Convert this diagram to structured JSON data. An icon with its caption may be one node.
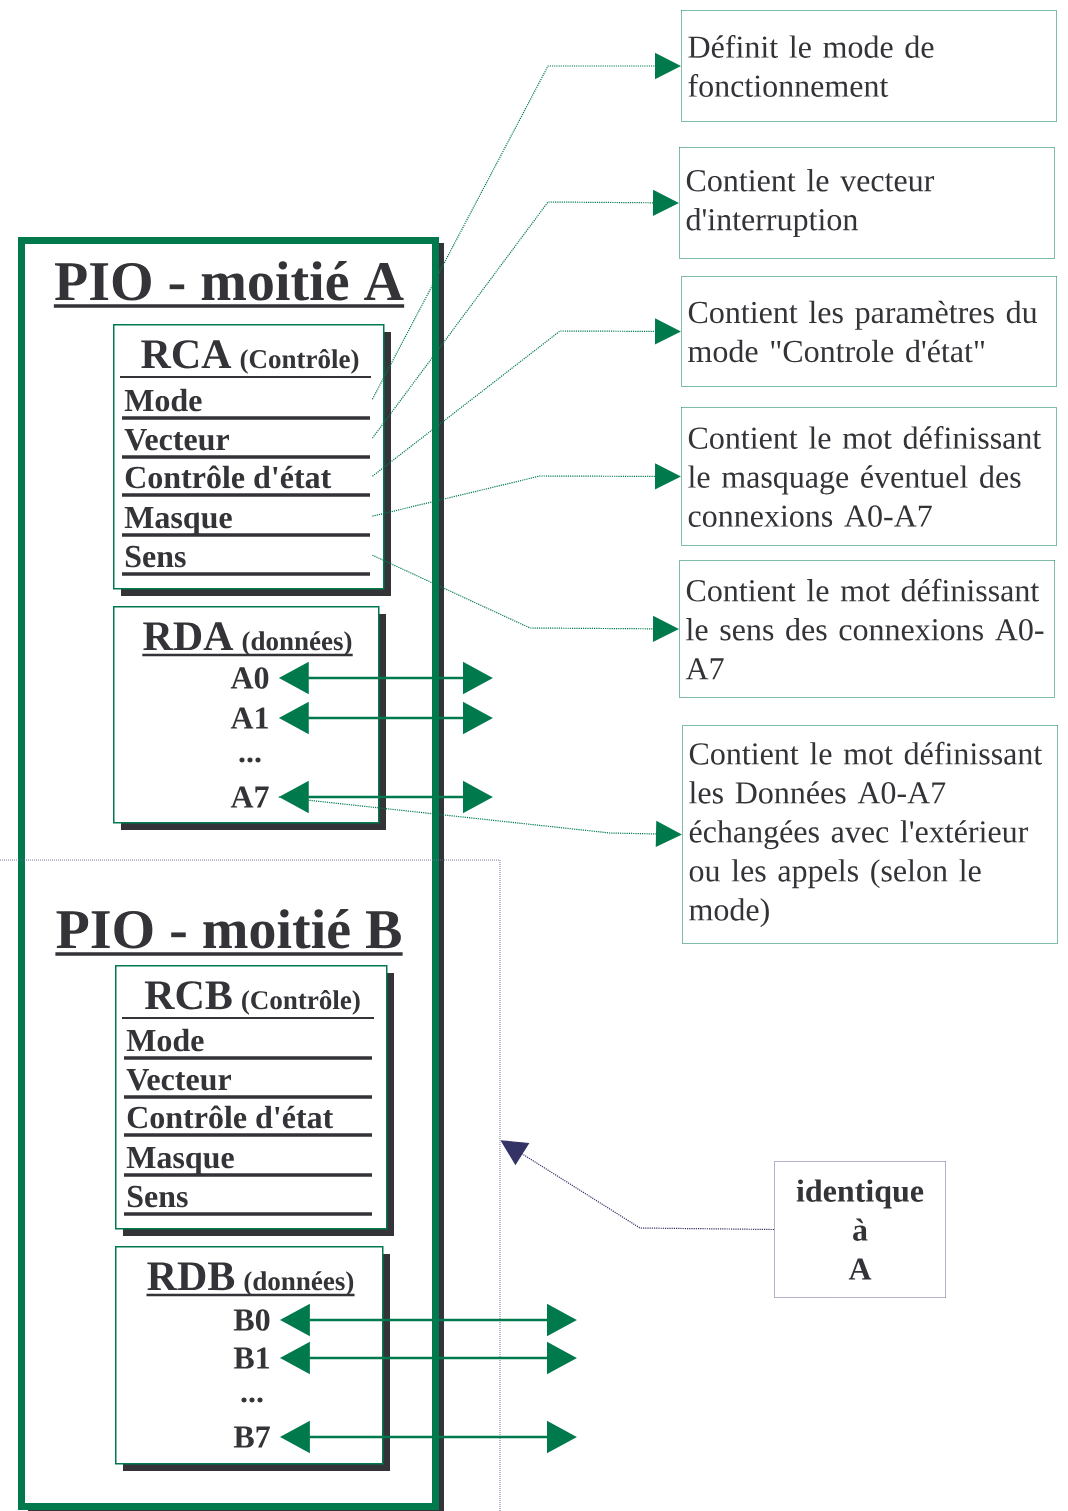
{
  "diagram": {
    "nodes": [
      {
        "text": [
          "PIO - moitié A"
        ]
      },
      {
        "text": [
          "RCA",
          "(Contrôle)"
        ],
        "in": 0
      },
      {
        "text": [
          "Mode"
        ],
        "in": 1
      },
      {
        "text": [
          "Vecteur"
        ],
        "in": 1
      },
      {
        "text": [
          "Contrôle d'état"
        ],
        "in": 1
      },
      {
        "text": [
          "Masque"
        ],
        "in": 1
      },
      {
        "text": [
          "Sens"
        ],
        "in": 1
      },
      {
        "text": [
          "RDA",
          "(données)"
        ],
        "in": 0
      },
      {
        "text": [
          "A0"
        ],
        "in": 7
      },
      {
        "text": [
          "A1"
        ],
        "in": 7
      },
      {
        "text": [
          "..."
        ],
        "in": 7
      },
      {
        "text": [
          "A7"
        ],
        "in": 7
      },
      {
        "text": [
          "PIO - moitié B"
        ]
      },
      {
        "text": [
          "RCB",
          "(Contrôle)"
        ],
        "in": 12
      },
      {
        "text": [
          "Mode"
        ],
        "in": 13
      },
      {
        "text": [
          "Vecteur"
        ],
        "in": 13
      },
      {
        "text": [
          "Contrôle d'état"
        ],
        "in": 13
      },
      {
        "text": [
          "Masque"
        ],
        "in": 13
      },
      {
        "text": [
          "Sens"
        ],
        "in": 13
      },
      {
        "text": [
          "RDB",
          "(données)"
        ],
        "in": 12
      },
      {
        "text": [
          "B0"
        ],
        "in": 19
      },
      {
        "text": [
          "B1"
        ],
        "in": 19
      },
      {
        "text": [
          "..."
        ],
        "in": 19
      },
      {
        "text": [
          "B7"
        ],
        "in": 19
      },
      {
        "text": [
          "Définit le mode de fonctionnement"
        ]
      },
      {
        "text": [
          "Contient le vecteur d'interruption"
        ]
      },
      {
        "text": [
          "Contient les paramètres du mode \"Controle d'état\""
        ]
      },
      {
        "text": [
          "Contient le mot définissant le masquage éventuel des connexions A0-A7"
        ]
      },
      {
        "text": [
          "Contient le mot définissant le sens des connexions A0-A7"
        ]
      },
      {
        "text": [
          "Contient le mot définissant les Données A0-A7 échangées avec l'extérieur ou les appels (selon le mode)"
        ]
      },
      {
        "text": [
          "identique à A"
        ]
      }
    ],
    "edges": [
      {
        "from": 2,
        "to": 24,
        "arrow": "to",
        "style": "dashed"
      },
      {
        "from": 3,
        "to": 25,
        "arrow": "to",
        "style": "dashed"
      },
      {
        "from": 4,
        "to": 26,
        "arrow": "to",
        "style": "dashed"
      },
      {
        "from": 5,
        "to": 27,
        "arrow": "to",
        "style": "dashed"
      },
      {
        "from": 6,
        "to": 28,
        "arrow": "to",
        "style": "dashed"
      },
      {
        "from": 11,
        "to": 29,
        "arrow": "to",
        "style": "dashed"
      },
      {
        "from": 30,
        "to": 12,
        "arrow": "to",
        "style": "dashed",
        "color": "#333366"
      },
      {
        "from": 8,
        "to": null,
        "arrow": "both"
      },
      {
        "from": 9,
        "to": null,
        "arrow": "both"
      },
      {
        "from": 11,
        "to": null,
        "arrow": "both"
      },
      {
        "from": 20,
        "to": null,
        "arrow": "both"
      },
      {
        "from": 21,
        "to": null,
        "arrow": "both"
      },
      {
        "from": 23,
        "to": null,
        "arrow": "both"
      }
    ]
  }
}
